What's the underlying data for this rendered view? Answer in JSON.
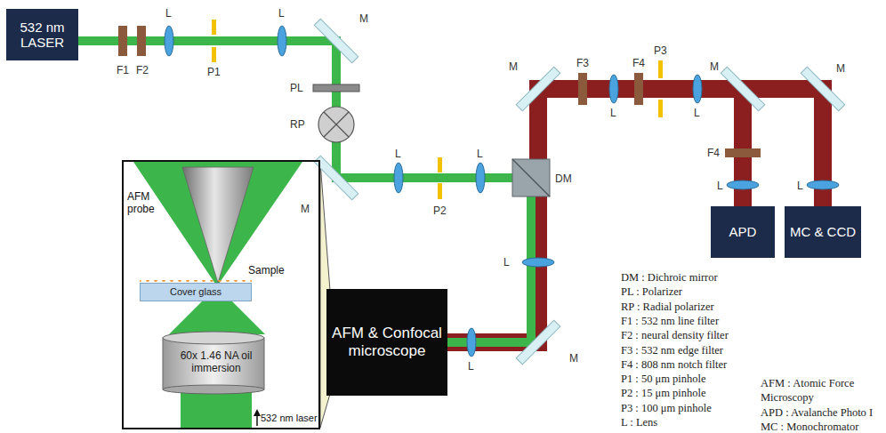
{
  "diagram": {
    "nodes": [
      {
        "text": [
          "532 nm LASER"
        ]
      },
      {
        "text": [
          "AFM probe",
          "Sample",
          "532 nm laser"
        ]
      },
      {
        "text": [
          "Cover glass"
        ],
        "in": 1
      },
      {
        "text": [
          "60x 1.46 NA oil immersion"
        ],
        "in": 1
      },
      {
        "text": [
          "AFM & Confocal microscope"
        ]
      },
      {
        "text": [
          "APD"
        ]
      },
      {
        "text": [
          "MC & CCD"
        ]
      }
    ],
    "edges": [
      {
        "from": 0,
        "to": 4,
        "arrow": "none"
      },
      {
        "from": 4,
        "to": 5,
        "arrow": "none"
      },
      {
        "from": 4,
        "to": 6,
        "arrow": "none"
      }
    ],
    "labels": [
      "F1",
      "F2",
      "L",
      "P1",
      "L",
      "M",
      "PL",
      "RP",
      "M",
      "L",
      "P2",
      "L",
      "DM",
      "M",
      "F3",
      "F4",
      "P3",
      "L",
      "L",
      "M",
      "M",
      "F4",
      "L",
      "L",
      "L",
      "L",
      "M",
      "DM : Dichroic mirror",
      "PL : Polarizer",
      "RP : Radial polarizer",
      "F1 : 532 nm line filter",
      "F2 : neural density filter",
      "F3 : 532 nm edge filter",
      "F4 : 808 nm notch filter",
      "P1 : 50 μm pinhole",
      "P2 : 15 μm pinhole",
      "P3 : 100 μm pinhole",
      "L : Lens",
      "AFM : Atomic Force",
      "Microscopy",
      "APD : Avalanche Photo I",
      "MC : Monochromator"
    ]
  }
}
